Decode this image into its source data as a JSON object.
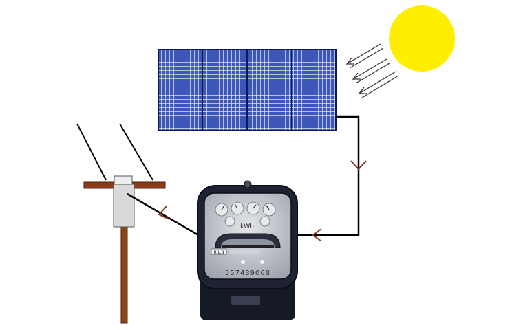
{
  "colors": {
    "background": "#ffffff",
    "sun": "#ffee00",
    "panel_fill": "#3d57b8",
    "panel_grid": "#ffffff",
    "wire": "#000000",
    "flow_arrow": "#8b3a1a",
    "pole": "#8b4513",
    "crossarm": "#8b3a1a",
    "meter_body": "#1e2233",
    "meter_face": "#c9ccd3",
    "insulator": "#d9d9d9"
  },
  "icons": {
    "sun": "sun-icon",
    "sunlight": "sunlight-arrow-icon",
    "panel": "solar-panel-icon",
    "meter": "electricity-meter-icon",
    "pole": "utility-pole-icon",
    "flow": "current-flow-arrow-icon"
  },
  "meter": {
    "unit_label": "kWh",
    "serial_number": "557439068",
    "tag_text": "R.L.8"
  }
}
